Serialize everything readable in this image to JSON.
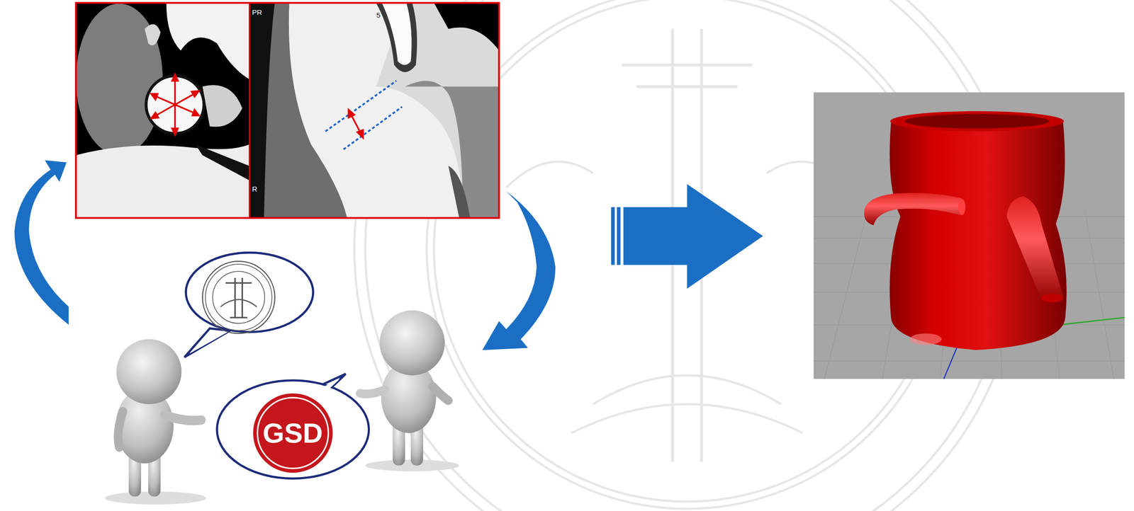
{
  "diagram": {
    "labels": [
      "PR",
      "5",
      "R",
      "GSD"
    ]
  }
}
